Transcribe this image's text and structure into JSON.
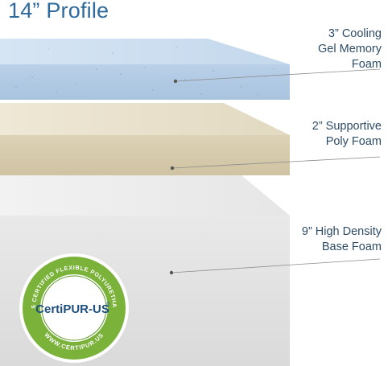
{
  "title": "14” Profile",
  "layers": [
    {
      "name": "gel",
      "lines": [
        "3” Cooling",
        "Gel Memory",
        "Foam"
      ],
      "color": "#cfdff0"
    },
    {
      "name": "poly",
      "lines": [
        "2” Supportive",
        "Poly Foam"
      ],
      "color": "#e8e0cb"
    },
    {
      "name": "base",
      "lines": [
        "9” High Density",
        "Base Foam"
      ],
      "color": "#ececec"
    }
  ],
  "seal": {
    "brand": "CertiPUR-US",
    "registered": "®",
    "ring_text": "CONTAINS CERTIFIED FLEXIBLE POLYURETHANE FOAM",
    "url": "WWW.CERTIPUR.US",
    "ring_color": "#7ab23a"
  }
}
